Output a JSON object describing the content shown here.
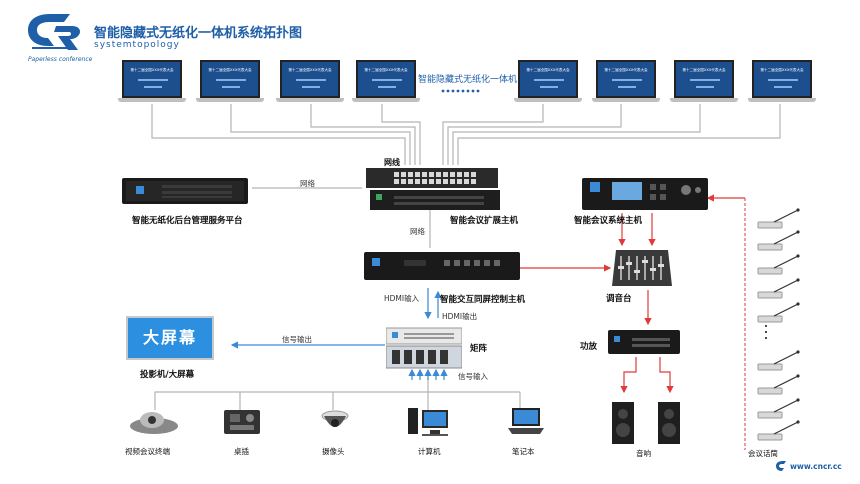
{
  "header": {
    "title": "智能隐藏式无纸化一体机系统拓扑图",
    "subtitle": "systemtopology",
    "logo_text": "Paperless conference"
  },
  "laptop_screen_text": "第十二届全国XXX代表大会",
  "devices": {
    "laptops_label": "智能隐藏式无纸化一体机",
    "server": "智能无纸化后台管理服务平台",
    "switch_top": "网线",
    "expansion_host": "智能会议扩展主机",
    "system_host": "智能会议系统主机",
    "interactive_host": "智能交互同屏控制主机",
    "mixer": "调音台",
    "matrix": "矩阵",
    "amplifier": "功放",
    "bigscreen": "投影机/大屏幕",
    "bigscreen_text": "大屏幕",
    "video_terminal": "视频会议终端",
    "desk_socket": "桌插",
    "camera": "摄像头",
    "computer": "计算机",
    "notebook": "笔记本",
    "speaker": "音响",
    "mic": "会议话筒"
  },
  "link_labels": {
    "network1": "网络",
    "network2": "网络",
    "hdmi_in": "HDMI输入",
    "hdmi_out": "HDMI输出",
    "signal_out": "信号输出",
    "signal_in": "信号输入"
  },
  "footer": {
    "website": "www.cncr.cc"
  },
  "colors": {
    "brand_blue": "#1e5fa8",
    "arrow_blue": "#3a8ad6",
    "arrow_red": "#e03a3a",
    "line_gray": "#b5b5b5"
  }
}
